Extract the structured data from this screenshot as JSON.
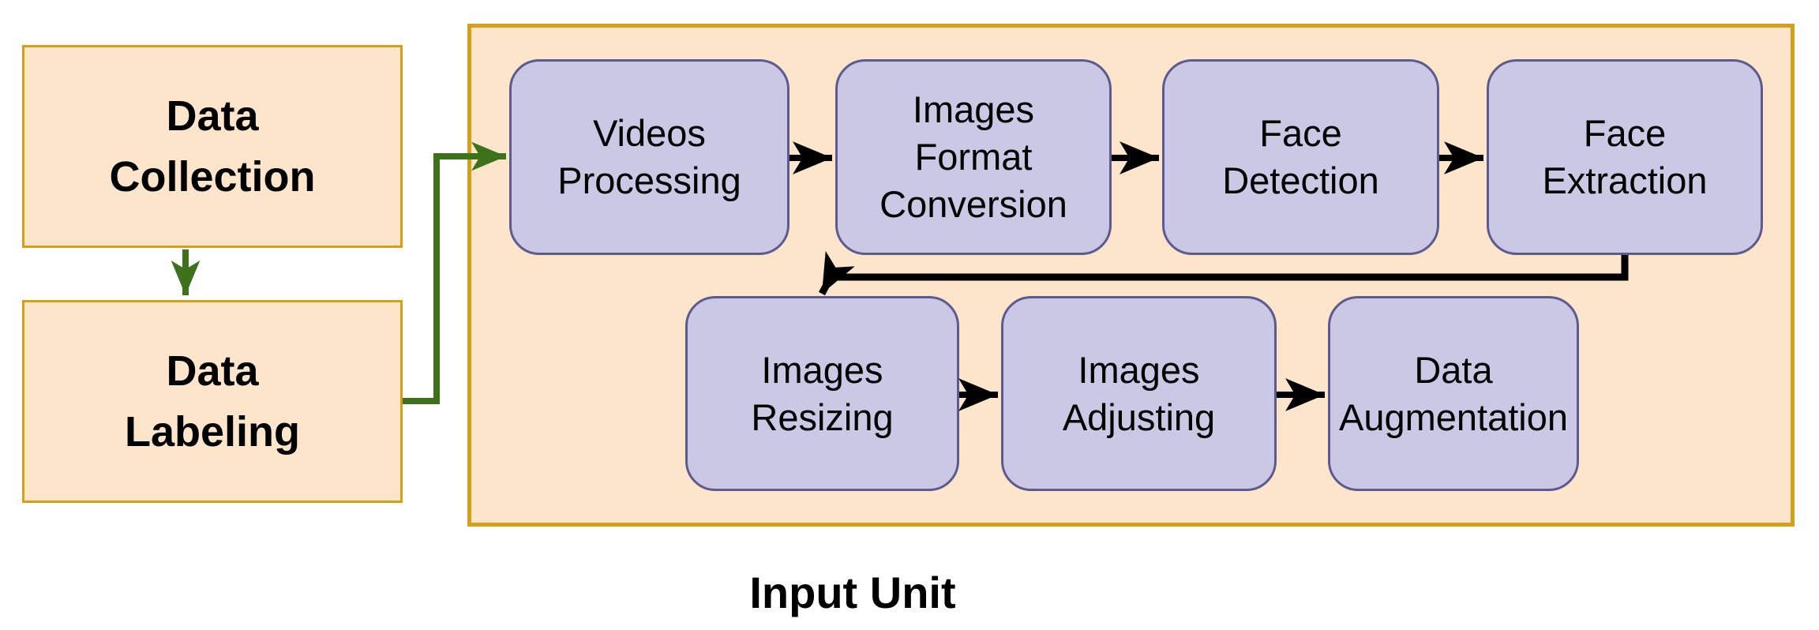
{
  "diagram": {
    "left_flow": {
      "data_collection": "Data\nCollection",
      "data_labeling": "Data\nLabeling"
    },
    "input_unit": {
      "label": "Input Unit",
      "top_row": [
        "Videos\nProcessing",
        "Images\nFormat\nConversion",
        "Face\nDetection",
        "Face\nExtraction"
      ],
      "bottom_row": [
        "Images\nResizing",
        "Images\nAdjusting",
        "Data\nAugmentation"
      ]
    },
    "colors": {
      "node_fill_orange": "#fce5cb",
      "node_border_gold": "#d4a017",
      "process_fill_purple": "#cac8e5",
      "process_border_purple": "#5c5a8e",
      "connector_green": "#3d721a",
      "connector_black": "#000000"
    }
  }
}
